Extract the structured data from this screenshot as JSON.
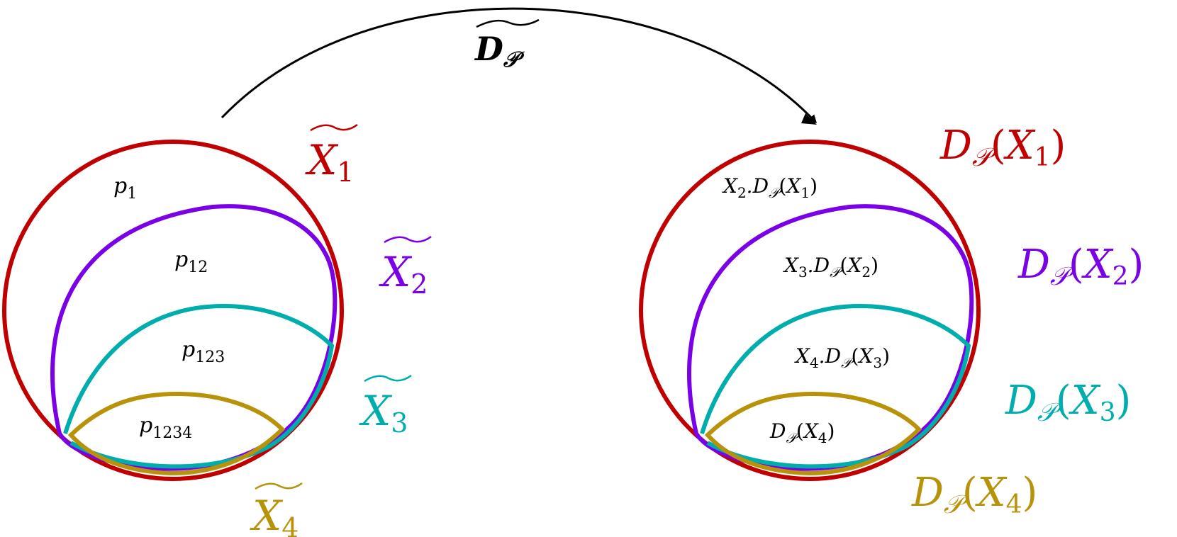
{
  "colors": {
    "x1": "#c00000",
    "x2": "#7a00e6",
    "x3": "#00adad",
    "x4": "#b8930a",
    "arrow": "#000000",
    "text": "#000000"
  },
  "arrow_label": {
    "base": "D",
    "sub": "𝒫"
  },
  "left": {
    "set_labels": [
      {
        "base": "X",
        "sub": "1"
      },
      {
        "base": "X",
        "sub": "2"
      },
      {
        "base": "X",
        "sub": "3"
      },
      {
        "base": "X",
        "sub": "4"
      }
    ],
    "regions": [
      {
        "base": "p",
        "sub": "1"
      },
      {
        "base": "p",
        "sub": "12"
      },
      {
        "base": "p",
        "sub": "123"
      },
      {
        "base": "p",
        "sub": "1234"
      }
    ]
  },
  "right": {
    "set_labels": [
      {
        "pre": "D",
        "psub": "𝒫",
        "open": "(",
        "base": "X",
        "sub": "1",
        "close": ")"
      },
      {
        "pre": "D",
        "psub": "𝒫",
        "open": "(",
        "base": "X",
        "sub": "2",
        "close": ")"
      },
      {
        "pre": "D",
        "psub": "𝒫",
        "open": "(",
        "base": "X",
        "sub": "3",
        "close": ")"
      },
      {
        "pre": "D",
        "psub": "𝒫",
        "open": "(",
        "base": "X",
        "sub": "4",
        "close": ")"
      }
    ],
    "regions": [
      {
        "a": "X",
        "asub": "2",
        "dot": ".",
        "d": "D",
        "dsub": "𝒫",
        "open": "(",
        "b": "X",
        "bsub": "1",
        "close": ")"
      },
      {
        "a": "X",
        "asub": "3",
        "dot": ".",
        "d": "D",
        "dsub": "𝒫",
        "open": "(",
        "b": "X",
        "bsub": "2",
        "close": ")"
      },
      {
        "a": "X",
        "asub": "4",
        "dot": ".",
        "d": "D",
        "dsub": "𝒫",
        "open": "(",
        "b": "X",
        "bsub": "3",
        "close": ")"
      },
      {
        "d": "D",
        "dsub": "𝒫",
        "open": "(",
        "b": "X",
        "bsub": "4",
        "close": ")"
      }
    ]
  }
}
